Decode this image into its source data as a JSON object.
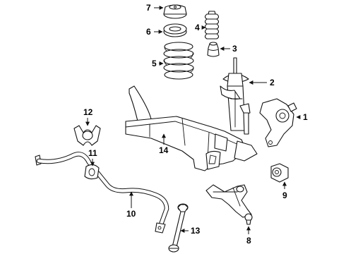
{
  "parts": [
    {
      "id": "strut-mount",
      "callout": "7"
    },
    {
      "id": "mount-bearing",
      "callout": "6"
    },
    {
      "id": "dust-boot",
      "callout": "4"
    },
    {
      "id": "bump-stop",
      "callout": "3"
    },
    {
      "id": "coil-spring",
      "callout": "5"
    },
    {
      "id": "strut-assembly",
      "callout": "2"
    },
    {
      "id": "steering-knuckle",
      "callout": "1"
    },
    {
      "id": "stabilizer-bushing",
      "callout": "12"
    },
    {
      "id": "stabilizer-bar-bushing",
      "callout": "11"
    },
    {
      "id": "crossmember",
      "callout": "14"
    },
    {
      "id": "control-arm-bushing",
      "callout": "9"
    },
    {
      "id": "stabilizer-bar",
      "callout": "10"
    },
    {
      "id": "stabilizer-link",
      "callout": "13"
    },
    {
      "id": "lower-control-arm",
      "callout": "8"
    }
  ]
}
